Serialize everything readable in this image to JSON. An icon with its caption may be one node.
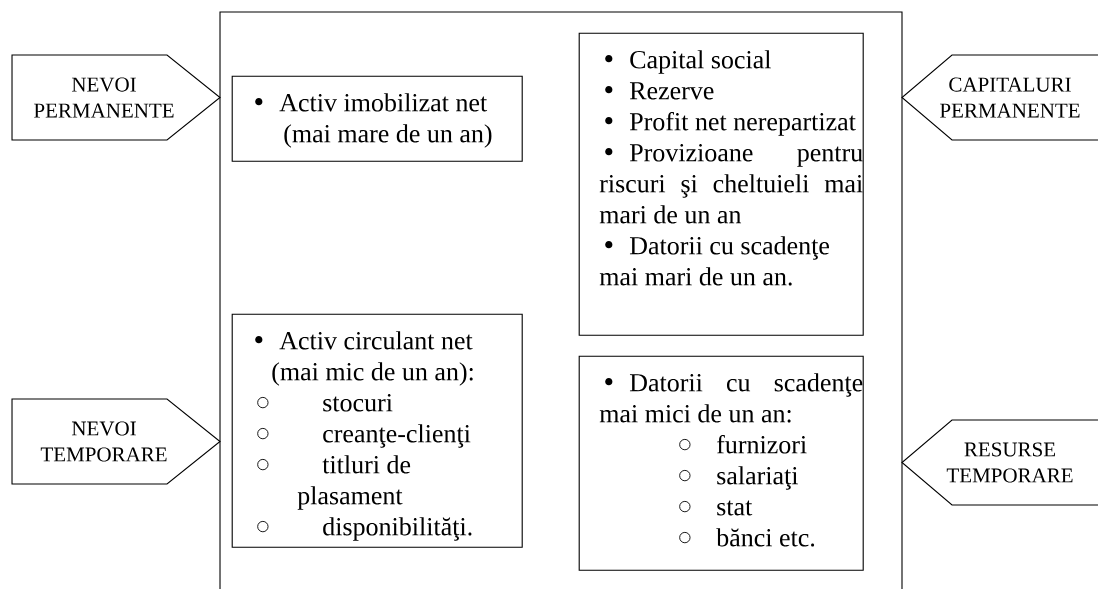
{
  "diagram": {
    "nodes": [
      {
        "text": [],
        "shape": "box"
      },
      {
        "text": [
          "NEVOI PERMANENTE"
        ]
      },
      {
        "text": [
          "Activ imobilizat net (mai mare de un an)"
        ],
        "in": 0
      },
      {
        "text": [
          "Capital social",
          "Rezerve",
          "Profit net nerepartizat",
          "Provizioane pentru riscuri şi cheltuieli mai mari de un an",
          "Datorii cu scadenţe mai mari de un an."
        ],
        "in": 0
      },
      {
        "text": [
          "CAPITALURI PERMANENTE"
        ]
      },
      {
        "text": [
          "NEVOI TEMPORARE"
        ]
      },
      {
        "text": [
          "Activ circulant net (mai mic de un an):",
          "stocuri",
          "creanţe-clienţi",
          "titluri de plasament",
          "disponibilităţi."
        ],
        "in": 0
      },
      {
        "text": [
          "Datorii cu scadenţe mai mici de un an:",
          "furnizori",
          "salariaţi",
          "stat",
          "bănci etc."
        ],
        "in": 0
      },
      {
        "text": [
          "RESURSE TEMPORARE"
        ]
      }
    ],
    "edges": []
  }
}
